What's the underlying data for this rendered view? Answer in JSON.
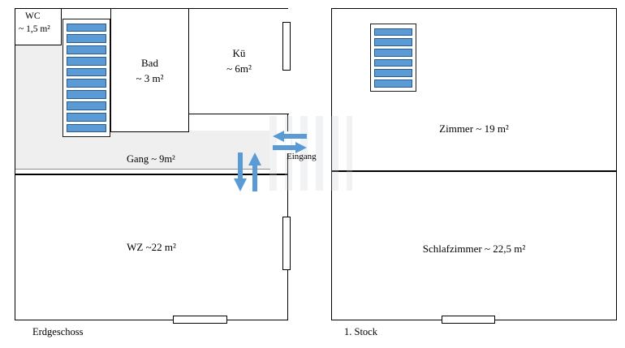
{
  "colors": {
    "wall": "#000000",
    "stair_fill": "#5b9bd5",
    "stair_border": "#2d5a8c",
    "gang_fill": "#efefef",
    "arrow": "#5b9bd5",
    "watermark": "#c7ccd4"
  },
  "erdgeschoss": {
    "caption": "Erdgeschoss",
    "rooms": {
      "wc": {
        "name": "WC",
        "size": "~ 1,5 m²"
      },
      "bad": {
        "name": "Bad",
        "size": "~ 3 m²"
      },
      "kueche": {
        "name": "Kü",
        "size": "~ 6m²"
      },
      "gang": {
        "label": "Gang ~ 9m²"
      },
      "wohnzimmer": {
        "label": "WZ ~22 m²"
      }
    },
    "eingang_label": "Eingang",
    "stairs_steps": 10
  },
  "stock1": {
    "caption": "1. Stock",
    "rooms": {
      "zimmer": {
        "label": "Zimmer ~ 19 m²"
      },
      "schlafzimmer": {
        "label": "Schlafzimmer ~ 22,5 m²"
      }
    },
    "stairs_steps": 6
  }
}
